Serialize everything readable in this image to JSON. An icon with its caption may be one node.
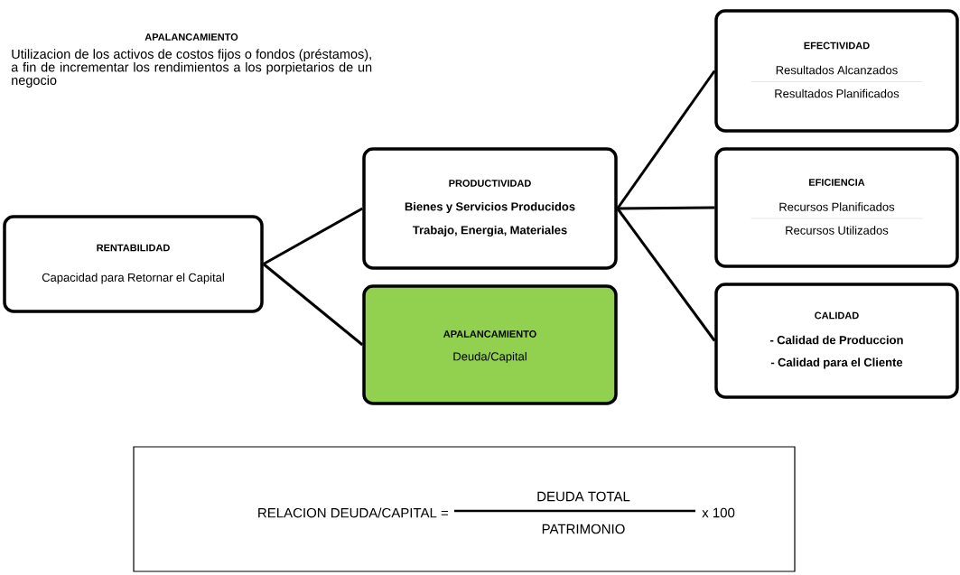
{
  "diagram": {
    "nodes": [
      {
        "text": [
          "RENTABILIDAD",
          "Capacidad para Retornar el Capital"
        ]
      },
      {
        "text": [
          "PRODUCTIVIDAD",
          "Bienes y Servicios Producidos",
          "Trabajo, Energia, Materiales"
        ]
      },
      {
        "text": [
          "APALANCAMIENTO",
          "Deuda/Capital"
        ]
      },
      {
        "text": [
          "EFECTIVIDAD",
          "Resultados Alcanzados",
          "Resultados Planificados"
        ]
      },
      {
        "text": [
          "EFICIENCIA",
          "Recursos Planificados",
          "Recursos Utilizados"
        ]
      },
      {
        "text": [
          "CALIDAD",
          "- Calidad de Produccion",
          "- Calidad para el Cliente"
        ]
      },
      {
        "text": [
          "RELACION DEUDA/CAPITAL =",
          "DEUDA TOTAL",
          "PATRIMONIO",
          "x 100"
        ]
      }
    ],
    "edges": [
      {
        "from": 0,
        "to": 1,
        "arrow": "none"
      },
      {
        "from": 0,
        "to": 2,
        "arrow": "none"
      },
      {
        "from": 1,
        "to": 3,
        "arrow": "none"
      },
      {
        "from": 1,
        "to": 4,
        "arrow": "none"
      },
      {
        "from": 1,
        "to": 5,
        "arrow": "none"
      }
    ],
    "labels": [
      "APALANCAMIENTO",
      "Utilizacion de los activos de costos fijos o fondos (préstamos), a fin  de incrementar los rendimientos a los porpietarios de un negocio"
    ]
  }
}
